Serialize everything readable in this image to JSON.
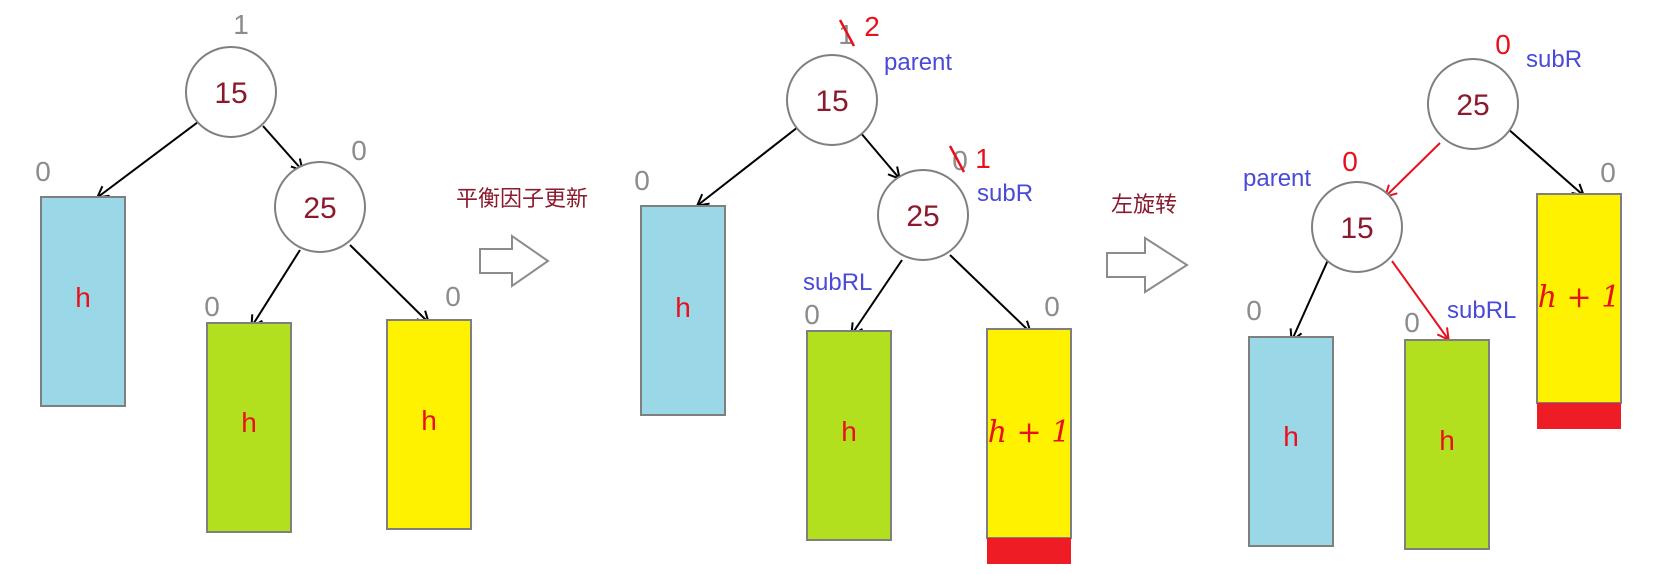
{
  "panel1": {
    "root": {
      "value": "15",
      "bf": "1"
    },
    "right": {
      "value": "25",
      "bf": "0"
    },
    "a": {
      "label": "h",
      "bf": "0"
    },
    "b": {
      "label": "h",
      "bf": "0"
    },
    "c": {
      "label": "h",
      "bf": "0"
    }
  },
  "step1": {
    "label": "平衡因子更新"
  },
  "panel2": {
    "root": {
      "value": "15",
      "bf_old": "1",
      "bf_new": "2",
      "ptr": "parent"
    },
    "right": {
      "value": "25",
      "bf_old": "0",
      "bf_new": "1",
      "ptr": "subR"
    },
    "a": {
      "label": "h",
      "bf": "0"
    },
    "b": {
      "label": "h",
      "bf": "0",
      "ptr": "subRL"
    },
    "c": {
      "label": "h + 1",
      "bf": "0"
    }
  },
  "step2": {
    "label": "左旋转"
  },
  "panel3": {
    "root": {
      "value": "25",
      "bf": "0",
      "ptr": "subR"
    },
    "left": {
      "value": "15",
      "bf": "0",
      "ptr": "parent"
    },
    "a": {
      "label": "h",
      "bf": "0"
    },
    "b": {
      "label": "h",
      "bf": "0",
      "ptr": "subRL"
    },
    "c": {
      "label": "h + 1",
      "bf": "0"
    }
  },
  "colors": {
    "blue": "#9ad8e8",
    "green": "#b3e01e",
    "yellow": "#fff200",
    "red": "#ee1c24",
    "node_text": "#8b1a2e",
    "pointer_text": "#4a4ad8",
    "balance_gray": "#8c8c8c"
  }
}
